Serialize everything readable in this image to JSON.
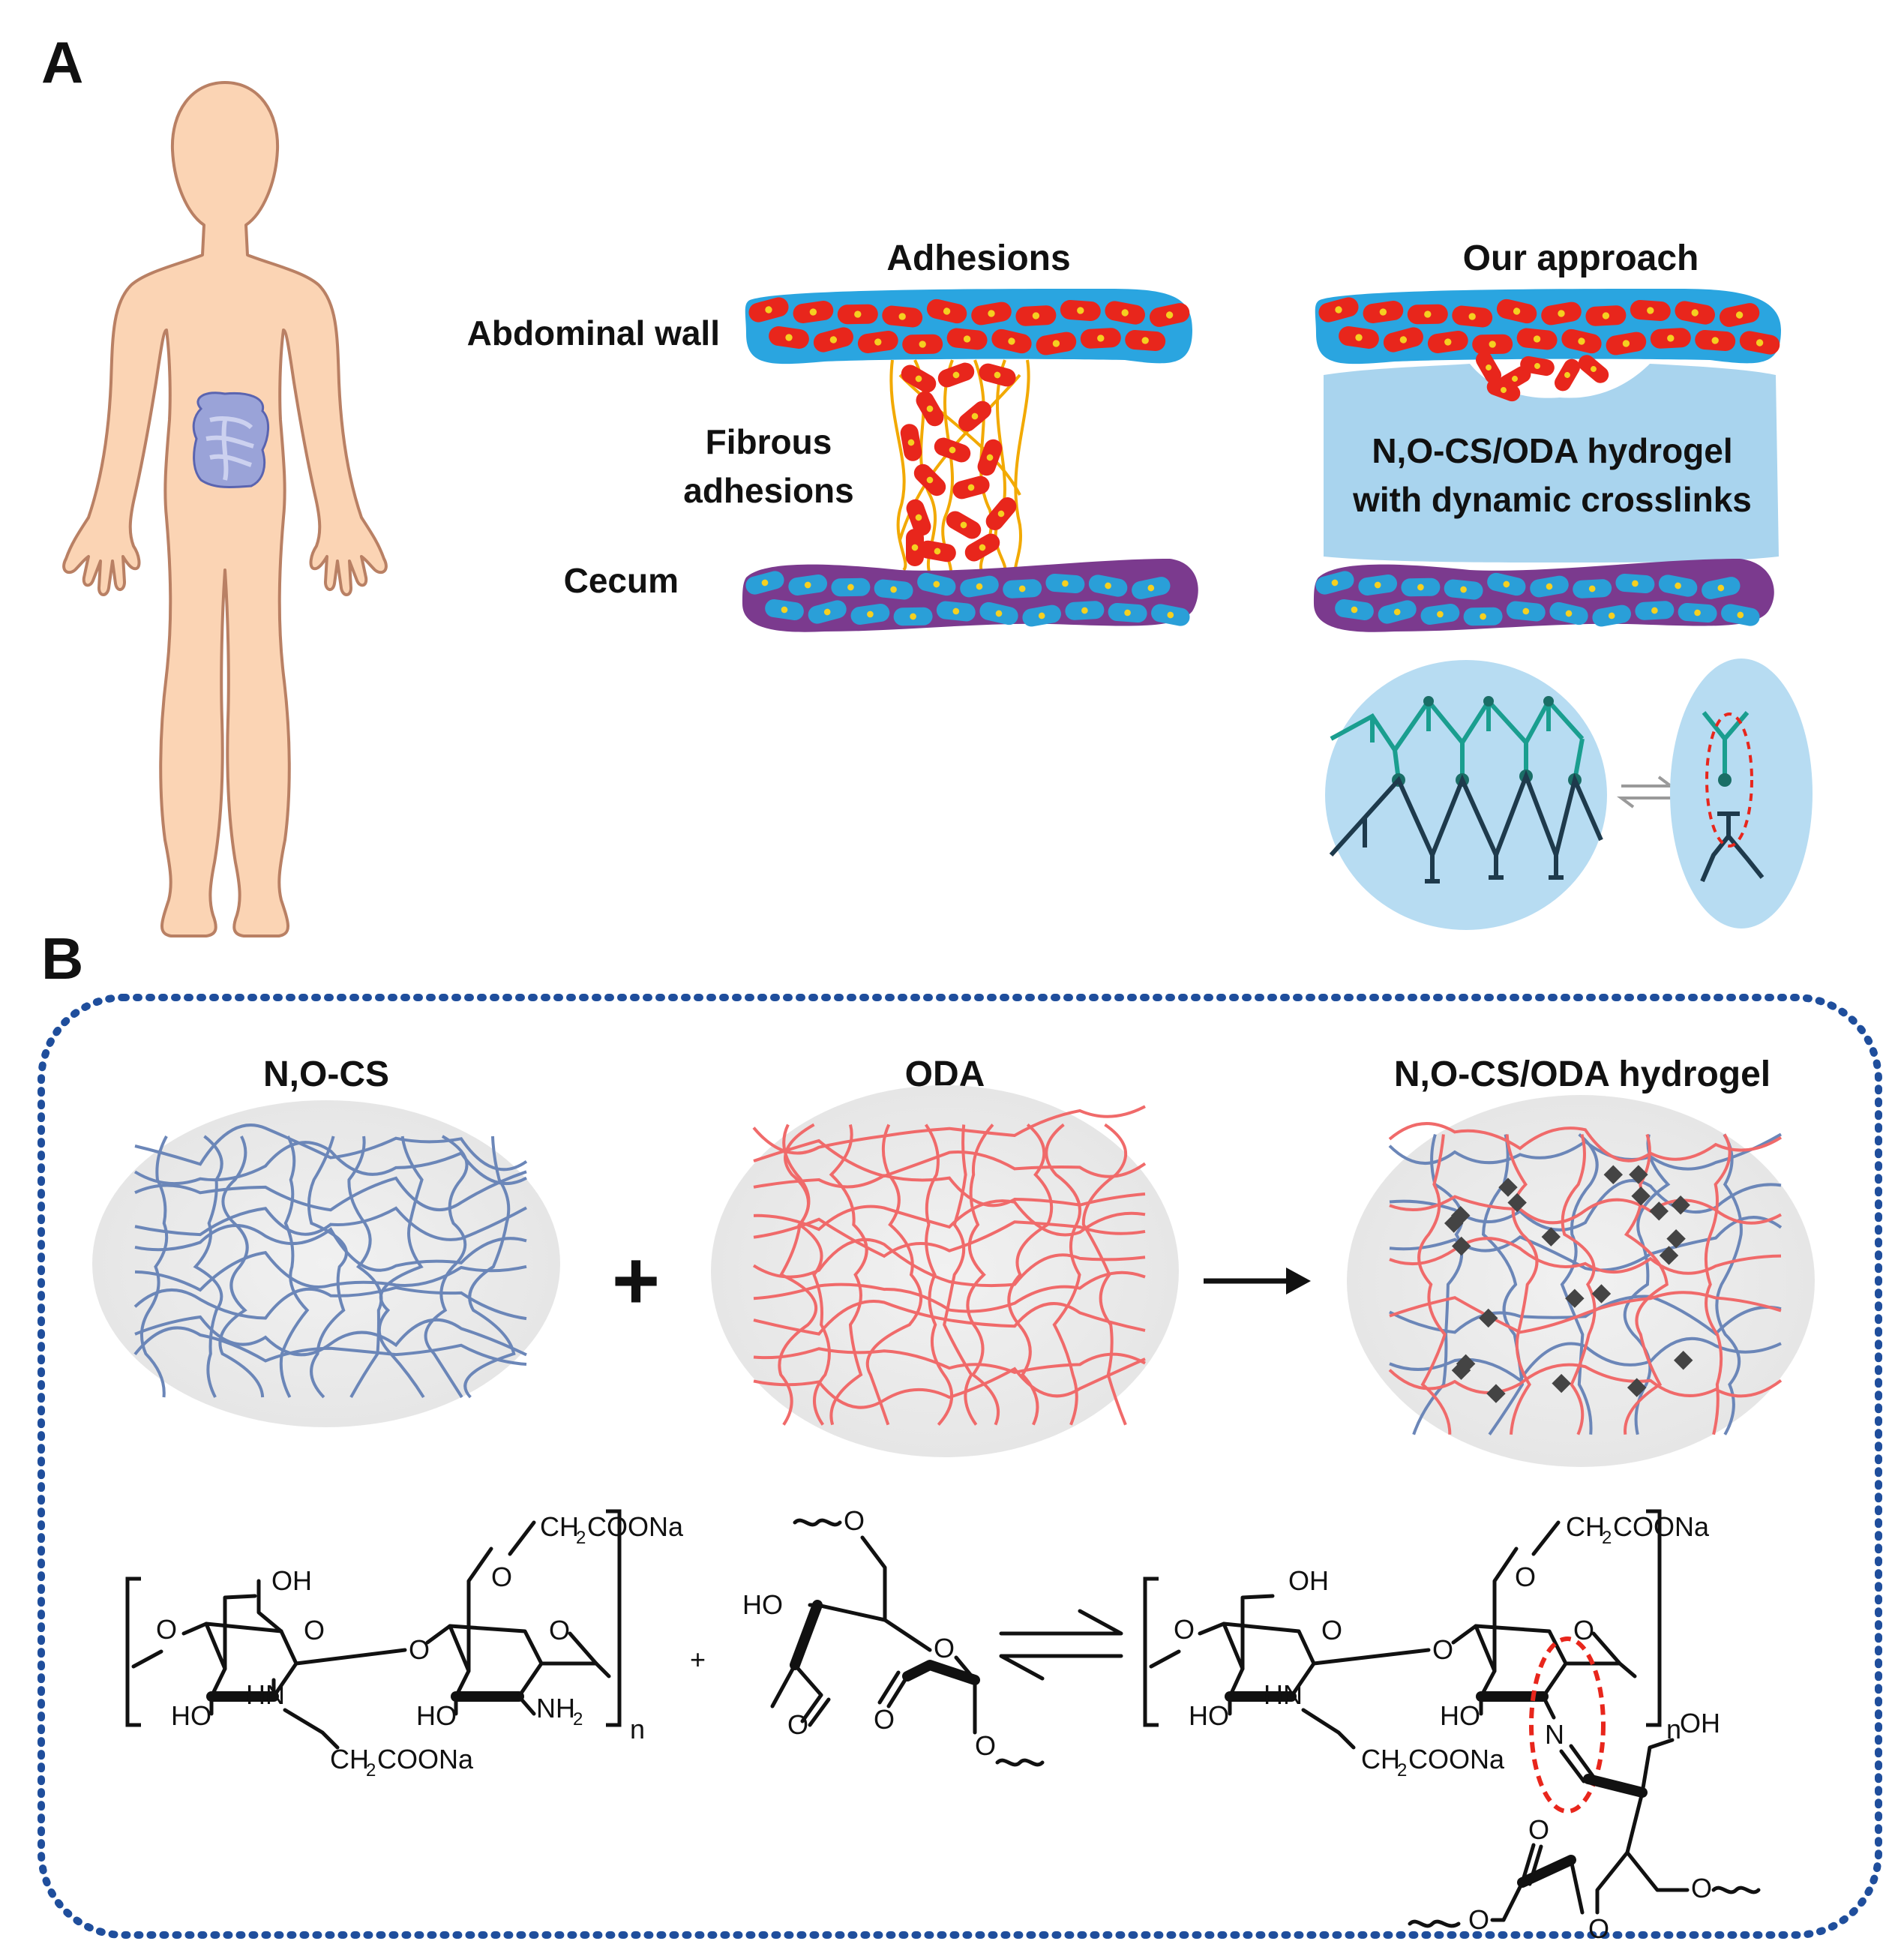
{
  "panel_a": {
    "letter": "A",
    "adhesions_title": "Adhesions",
    "approach_title": "Our approach",
    "abdominal_wall": "Abdominal wall",
    "fibrous_line1": "Fibrous",
    "fibrous_line2": "adhesions",
    "cecum": "Cecum",
    "hydrogel_line1": "N,O-CS/ODA hydrogel",
    "hydrogel_line2": "with dynamic crosslinks"
  },
  "panel_b": {
    "letter": "B",
    "ncs_title": "N,O-CS",
    "oda_title": "ODA",
    "hydrogel_title": "N,O-CS/ODA hydrogel",
    "plus": "+",
    "chem": {
      "oh": "OH",
      "ho": "HO",
      "hn": "HN",
      "nh": "NH",
      "sub2": "2",
      "o": "O",
      "n_eq": "N",
      "n_sub": "n",
      "ch": "CH",
      "coona": "COONa",
      "plus": "+"
    }
  },
  "colors": {
    "abdominal_blue": "#2aa5e0",
    "cell_red": "#e8261c",
    "nucleus_yellow": "#f5d020",
    "cecum_purple": "#7b3a8e",
    "cecum_cell_blue": "#2a9fd8",
    "fiber_orange": "#f2a900",
    "hydrogel_blue": "#a9d4ee",
    "body_skin": "#fbd4b4",
    "body_outline": "#c8876a",
    "intestine": "#7b86c8",
    "network_gray": "#eeeeee",
    "ncs_blue": "#6b86b8",
    "oda_red": "#f06a6a",
    "crosslink_dark": "#444444",
    "dashed_border": "#1f4e9c",
    "teal_chain": "#1a9e8f",
    "dark_chain": "#1e3a4c",
    "imine_highlight": "#e8261c"
  }
}
